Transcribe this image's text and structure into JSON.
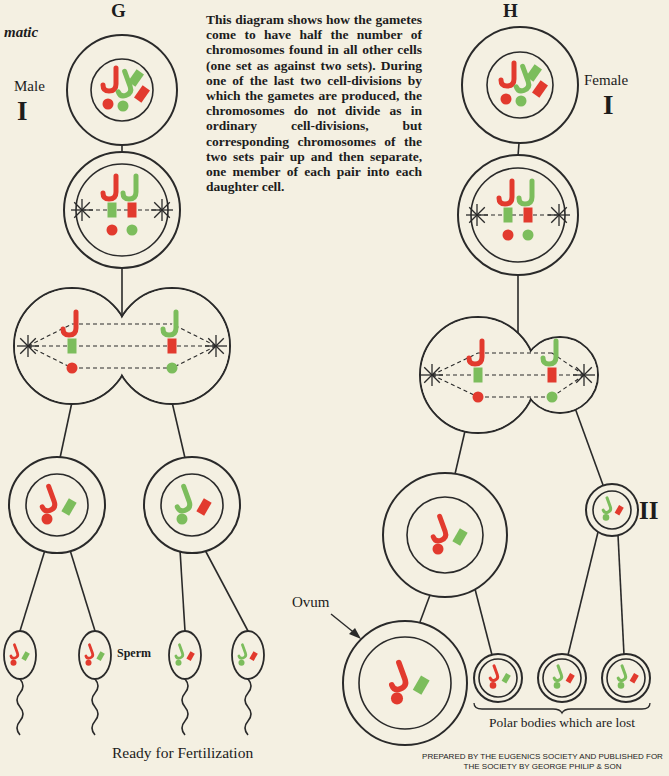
{
  "diagram": {
    "labels": [
      "matic",
      "G",
      "H",
      "This diagram shows how the gametes come to have half the number of chromosomes found in all other cells (one set as against two sets). During one of the last two cell-divisions by which the gametes are produced, the chromosomes do not divide as in ordinary cell-divisions, but corresponding chromosomes of the two sets pair up and then separate, one member of each pair into each daughter cell.",
      "Male",
      "I",
      "Female",
      "I",
      "II",
      "Ovum",
      "Sperm",
      "Polar bodies which are lost",
      "Ready for Fertilization",
      "PREPARED BY THE EUGENICS SOCIETY AND PUBLISHED FOR THE SOCIETY BY GEORGE PHILIP & SON"
    ]
  }
}
